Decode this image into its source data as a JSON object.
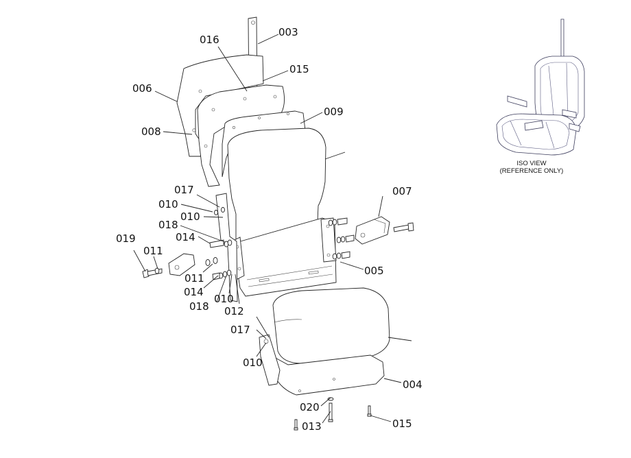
{
  "labels": {
    "p003": "003",
    "p016": "016",
    "p015a": "015",
    "p006": "006",
    "p009": "009",
    "p008": "008",
    "p017a": "017",
    "p010a": "010",
    "p010b": "010",
    "p018a": "018",
    "p014a": "014",
    "p019": "019",
    "p011a": "011",
    "p011b": "011",
    "p014b": "014",
    "p018b": "018",
    "p010c": "010",
    "p012": "012",
    "p007": "007",
    "p005": "005",
    "p017b": "017",
    "p010d": "010",
    "p004": "004",
    "p020": "020",
    "p013": "013",
    "p015b": "015"
  },
  "iso": {
    "line1": "ISO VIEW",
    "line2": "(REFERENCE ONLY)"
  }
}
